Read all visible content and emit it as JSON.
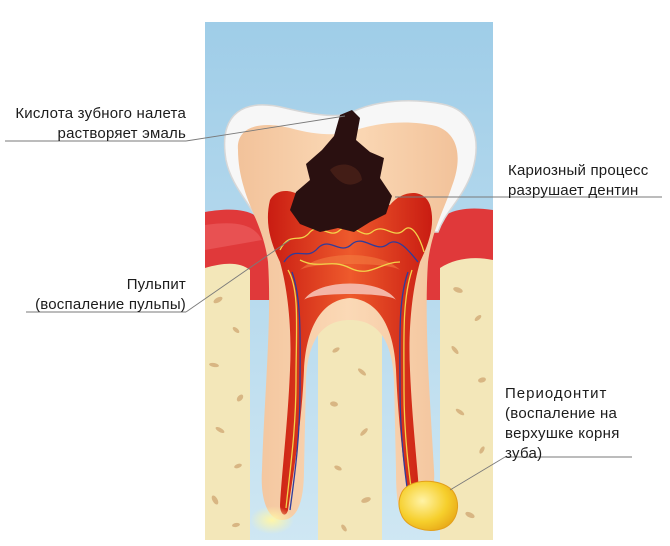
{
  "labels": {
    "enamel_acid": [
      "Кислота зубного налета",
      "растворяет эмаль"
    ],
    "caries": [
      "Кариозный процесс",
      "разрушает дентин"
    ],
    "pulpitis": [
      "Пульпит",
      "(воспаление пульпы)"
    ],
    "periodontitis": [
      "Периодонтит",
      "(воспаление  на",
      "верхушке корня",
      "зуба)"
    ]
  },
  "colors": {
    "background_sky": "#a9d4ec",
    "gum": "#e23a3a",
    "bone": "#f2e6b8",
    "bone_specks": "#d9b98a",
    "enamel": "#f7f7f7",
    "dentin": "#f6c79e",
    "pulp": "#e0301f",
    "caries": "#2a1010",
    "abscess": "#f5c21a",
    "nerve_yellow": "#f3d24a",
    "vessel_blue": "#2f3c9c"
  }
}
